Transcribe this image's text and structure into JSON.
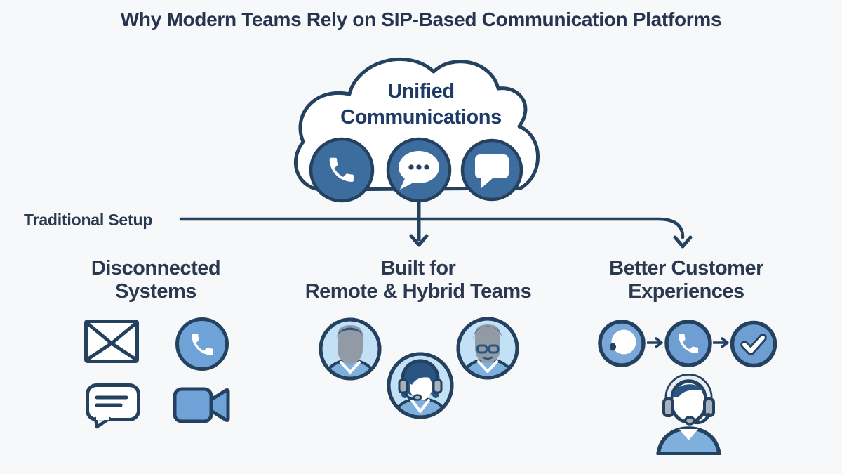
{
  "title": "Why Modern Teams Rely on SIP-Based Communication Platforms",
  "cloud": {
    "label_line1": "Unified",
    "label_line2": "Communications",
    "icons": [
      "phone-icon",
      "chat-dots-icon",
      "message-bubble-icon"
    ]
  },
  "traditional_setup": {
    "label": "Traditional Setup"
  },
  "columns": [
    {
      "heading_line1": "Disconnected",
      "heading_line2": "Systems",
      "icons": [
        "email-icon",
        "phone-circle-icon",
        "chat-bubble-icon",
        "video-camera-icon"
      ]
    },
    {
      "heading_line1": "Built for",
      "heading_line2": "Remote & Hybrid Teams",
      "icons": [
        "male-avatar-icon",
        "headset-agent-avatar-icon",
        "glasses-avatar-icon"
      ]
    },
    {
      "heading_line1": "Better Customer",
      "heading_line2": "Experiences",
      "icons": [
        "customer-icon",
        "flow-arrow-icon",
        "phone-circle-icon",
        "flow-arrow-icon",
        "checkmark-icon",
        "support-agent-icon"
      ]
    }
  ],
  "colors": {
    "background": "#f7f8f9",
    "title_text": "#27344f",
    "heading_text": "#2b3950",
    "cloud_text": "#1e3a66",
    "line_navy": "#24415f",
    "circle_blue": "#3d6d9f",
    "light_blue": "#6fa3d8",
    "flow_lblue": "#7aa7d8",
    "flow_blue": "#6f9fd2",
    "avatar_bg": "#c3e1f6",
    "face_gray": "#929ba5",
    "hair_navy": "#2a5583",
    "body_blue": "#7fb0dd",
    "headset_gray": "#a9b2bc"
  }
}
